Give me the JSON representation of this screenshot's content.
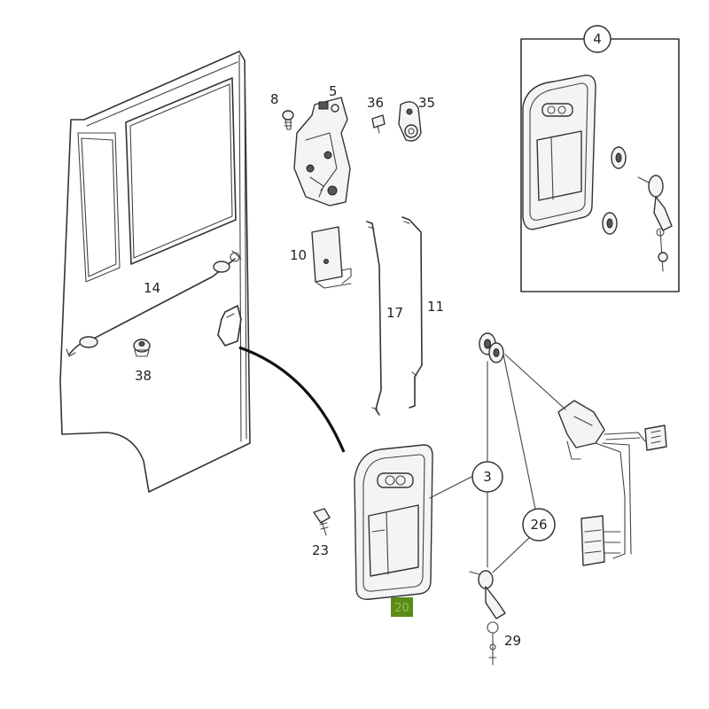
{
  "labels": {
    "p8": "8",
    "p5": "5",
    "p36": "36",
    "p35": "35",
    "p4": "4",
    "p10": "10",
    "p14": "14",
    "p17": "17",
    "p11": "11",
    "p38": "38",
    "p3": "3",
    "p26": "26",
    "p23": "23",
    "p29": "29",
    "p20": "20"
  },
  "colors": {
    "highlight": "#5a8a1a",
    "line": "#333333"
  }
}
